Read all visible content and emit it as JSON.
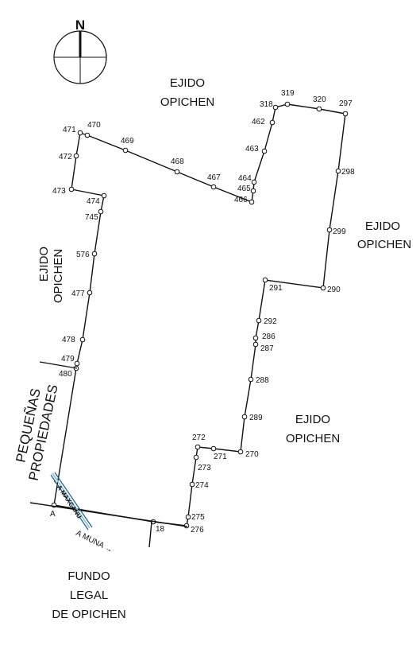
{
  "compass": {
    "north_label": "N"
  },
  "regions": {
    "ejido_top_line1": "EJIDO",
    "ejido_top_line2": "OPICHEN",
    "ejido_right_line1": "EJIDO",
    "ejido_right_line2": "OPICHEN",
    "ejido_left_line1": "EJIDO",
    "ejido_left_line2": "OPICHEN",
    "ejido_mid_line1": "EJIDO",
    "ejido_mid_line2": "OPICHEN",
    "pequenas_line1": "PEQUEÑAS",
    "pequenas_line2": "PROPIEDADES",
    "fundo_line1": "FUNDO",
    "fundo_line2": "LEGAL",
    "fundo_line3": "DE OPICHEN"
  },
  "roads": {
    "to_maxcanu": "← A MAXCANU",
    "to_muna": "A MUNA →"
  },
  "vertices": [
    {
      "id": "471",
      "label": "471"
    },
    {
      "id": "470",
      "label": "470"
    },
    {
      "id": "469",
      "label": "469"
    },
    {
      "id": "468",
      "label": "468"
    },
    {
      "id": "467",
      "label": "467"
    },
    {
      "id": "466",
      "label": "466"
    },
    {
      "id": "465",
      "label": "465"
    },
    {
      "id": "464",
      "label": "464"
    },
    {
      "id": "463",
      "label": "463"
    },
    {
      "id": "462",
      "label": "462"
    },
    {
      "id": "318",
      "label": "318"
    },
    {
      "id": "319",
      "label": "319"
    },
    {
      "id": "320",
      "label": "320"
    },
    {
      "id": "297",
      "label": "297"
    },
    {
      "id": "298",
      "label": "298"
    },
    {
      "id": "299",
      "label": "299"
    },
    {
      "id": "290",
      "label": "290"
    },
    {
      "id": "291",
      "label": "291"
    },
    {
      "id": "292",
      "label": "292"
    },
    {
      "id": "286",
      "label": "286"
    },
    {
      "id": "287",
      "label": "287"
    },
    {
      "id": "288",
      "label": "288"
    },
    {
      "id": "289",
      "label": "289"
    },
    {
      "id": "270",
      "label": "270"
    },
    {
      "id": "271",
      "label": "271"
    },
    {
      "id": "272",
      "label": "272"
    },
    {
      "id": "273",
      "label": "273"
    },
    {
      "id": "274",
      "label": "274"
    },
    {
      "id": "275",
      "label": "275"
    },
    {
      "id": "276",
      "label": "276"
    },
    {
      "id": "18",
      "label": "18"
    },
    {
      "id": "A",
      "label": "A"
    },
    {
      "id": "480",
      "label": "480"
    },
    {
      "id": "479",
      "label": "479"
    },
    {
      "id": "478",
      "label": "478"
    },
    {
      "id": "477",
      "label": "477"
    },
    {
      "id": "576",
      "label": "576"
    },
    {
      "id": "745",
      "label": "745"
    },
    {
      "id": "474",
      "label": "474"
    },
    {
      "id": "473",
      "label": "473"
    },
    {
      "id": "472",
      "label": "472"
    }
  ]
}
